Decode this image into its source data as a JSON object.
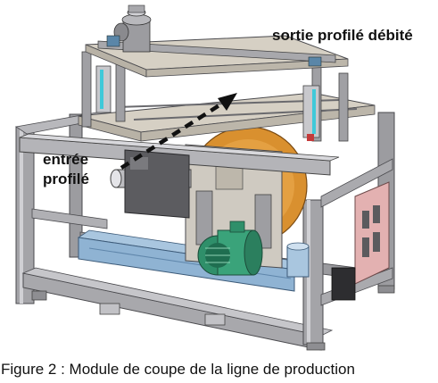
{
  "labels": {
    "output": "sortie profilé débité",
    "input_line1": "entrée",
    "input_line2": "profilé"
  },
  "caption": "Figure 2 : Module de coupe de la ligne de production",
  "colors": {
    "frame": "#9a9a9e",
    "frame_dark": "#5e5e62",
    "plate": "#c9c3b6",
    "blue_rail": "#8fb3d3",
    "motor": "#2f8f6a",
    "disc": "#d9902f",
    "cyan": "#3fc9d9",
    "pink_panel": "#e3b1b1",
    "arrow": "#111111"
  }
}
